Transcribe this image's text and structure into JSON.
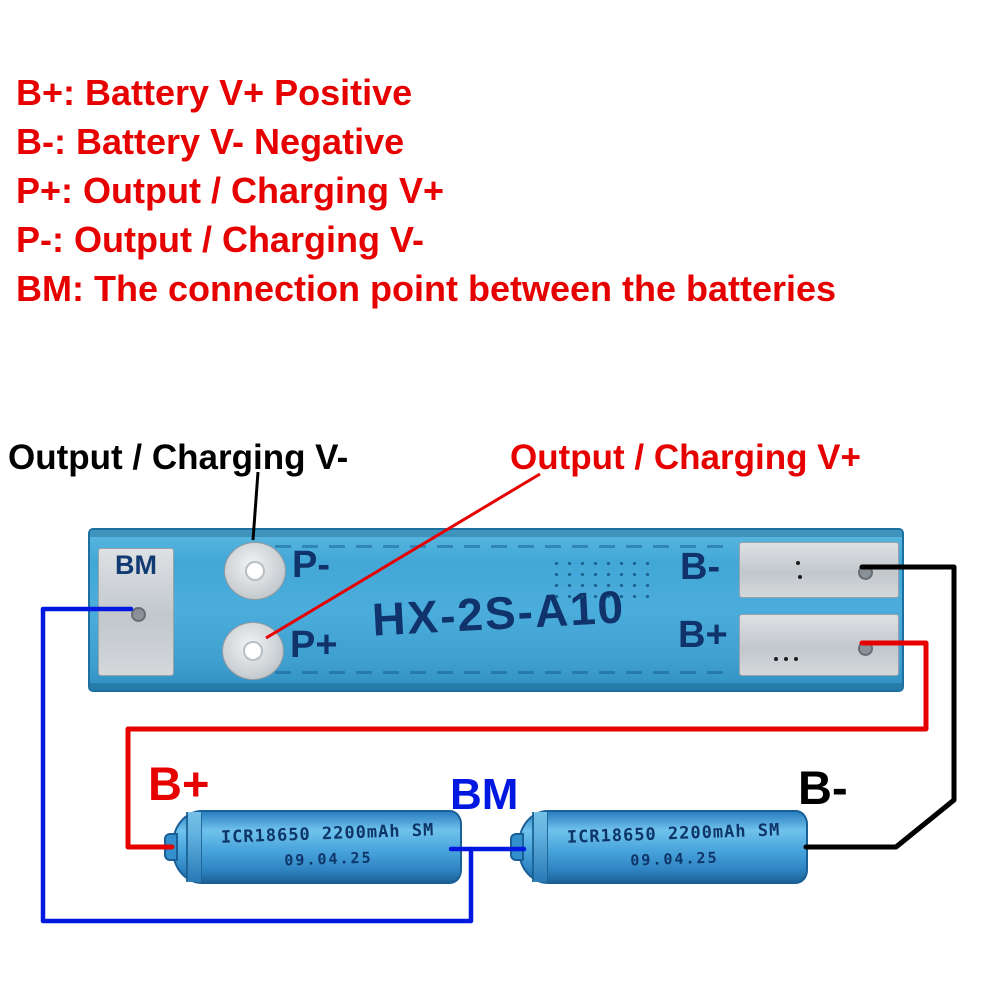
{
  "legend": {
    "lines": [
      "B+: Battery V+ Positive",
      "B-: Battery V- Negative",
      "P+: Output / Charging V+",
      "P-: Output / Charging V-",
      "BM: The connection point between the batteries"
    ]
  },
  "callouts": {
    "output_charging_minus": "Output / Charging V-",
    "output_charging_plus": "Output / Charging V+"
  },
  "board": {
    "model": "HX-2S-A10",
    "pad_bm": "BM",
    "pad_p_minus": "P-",
    "pad_p_plus": "P+",
    "pad_b_minus": "B-",
    "pad_b_plus": "B+"
  },
  "battery": {
    "line1": "ICR18650 2200mAh SM",
    "line2": "09.04.25"
  },
  "wiring": {
    "label_b_plus": "B+",
    "label_bm": "BM",
    "label_b_minus": "B-"
  },
  "colors": {
    "legend-red": "#e60000",
    "wire-red": "#e60000",
    "wire-blue": "#0018e0",
    "wire-black": "#000000",
    "board-blue": "#42a7d6",
    "board-text": "#10336b",
    "pad-silver": "#ccd1d5"
  }
}
